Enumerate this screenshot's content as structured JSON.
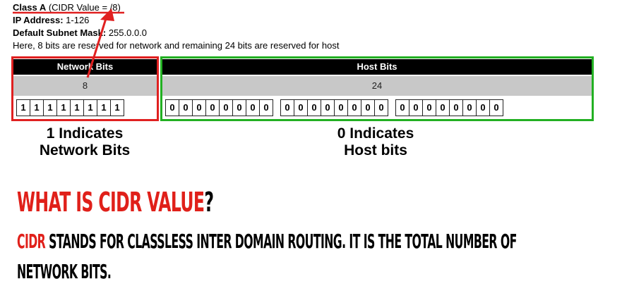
{
  "header": {
    "class_label": "Class A",
    "class_value": "(CIDR Value = /8)",
    "ip_label": "IP Address:",
    "ip_value": "1-126",
    "mask_label": "Default Subnet Mask:",
    "mask_value": "255.0.0.0",
    "description": "Here, 8 bits are reserved for network and remaining 24 bits are reserved for host"
  },
  "network": {
    "title": "Network Bits",
    "count": "8",
    "bits": [
      "1",
      "1",
      "1",
      "1",
      "1",
      "1",
      "1",
      "1"
    ],
    "note_line1": "1 Indicates",
    "note_line2": "Network Bits",
    "color": "#e02020"
  },
  "host": {
    "title": "Host Bits",
    "count": "24",
    "octets": [
      [
        "0",
        "0",
        "0",
        "0",
        "0",
        "0",
        "0",
        "0"
      ],
      [
        "0",
        "0",
        "0",
        "0",
        "0",
        "0",
        "0",
        "0"
      ],
      [
        "0",
        "0",
        "0",
        "0",
        "0",
        "0",
        "0",
        "0"
      ]
    ],
    "note_line1": "0 Indicates",
    "note_line2": "Host bits",
    "color": "#22b022"
  },
  "heading": {
    "main": "What is CIDR Value",
    "mark": "?"
  },
  "definition": {
    "term": "CIDR",
    "rest_line1": " stands for Classless Inter Domain Routing. It is the total number of",
    "line2": "network bits."
  }
}
